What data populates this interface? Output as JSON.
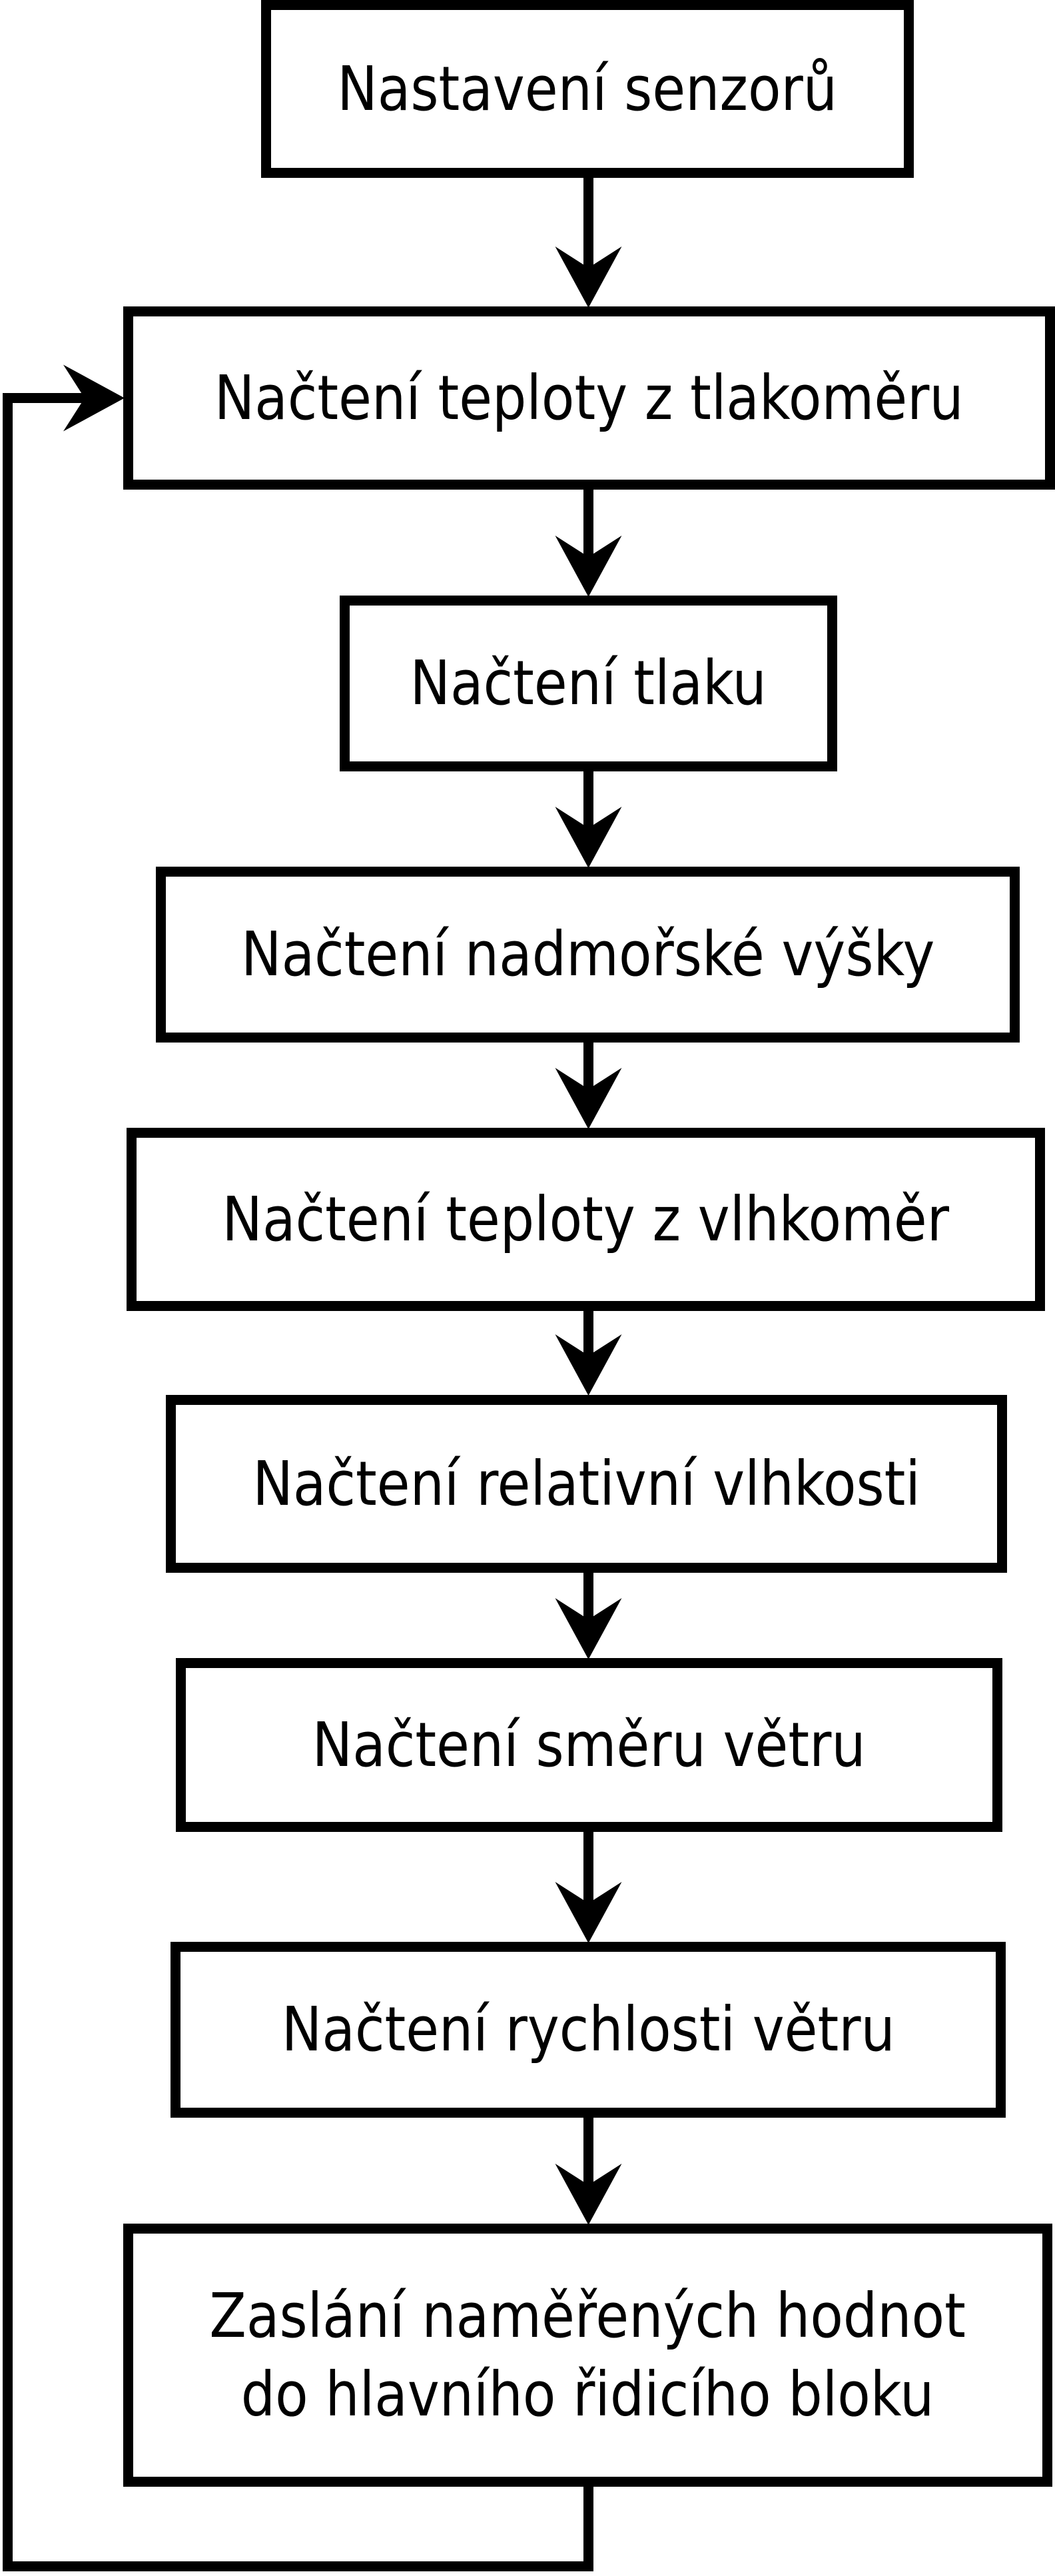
{
  "diagram": {
    "type": "flowchart",
    "background_color": "#ffffff",
    "stroke_color": "#000000",
    "node_fill_color": "#ffffff",
    "text_color": "#000000",
    "nodes": [
      {
        "id": "n1",
        "label": "Nastavení senzorů"
      },
      {
        "id": "n2",
        "label": "Načtení teploty z tlakoměru"
      },
      {
        "id": "n3",
        "label": "Načtení tlaku"
      },
      {
        "id": "n4",
        "label": "Načtení nadmořské výšky"
      },
      {
        "id": "n5",
        "label": "Načtení teploty z vlhkoměr"
      },
      {
        "id": "n6",
        "label": "Načtení relativní vlhkosti"
      },
      {
        "id": "n7",
        "label": "Načtení směru větru"
      },
      {
        "id": "n8",
        "label": "Načtení rychlosti větru"
      },
      {
        "id": "n9",
        "label": "Zaslání naměřených hodnot\ndo hlavního řidicího bloku"
      }
    ],
    "edges": [
      {
        "from": "n1",
        "to": "n2",
        "type": "arrow-down"
      },
      {
        "from": "n2",
        "to": "n3",
        "type": "arrow-down"
      },
      {
        "from": "n3",
        "to": "n4",
        "type": "arrow-down"
      },
      {
        "from": "n4",
        "to": "n5",
        "type": "arrow-down"
      },
      {
        "from": "n5",
        "to": "n6",
        "type": "arrow-down"
      },
      {
        "from": "n6",
        "to": "n7",
        "type": "arrow-down"
      },
      {
        "from": "n7",
        "to": "n8",
        "type": "arrow-down"
      },
      {
        "from": "n8",
        "to": "n9",
        "type": "arrow-down"
      },
      {
        "from": "n9",
        "to": "n2",
        "type": "loop-back-left"
      }
    ]
  }
}
